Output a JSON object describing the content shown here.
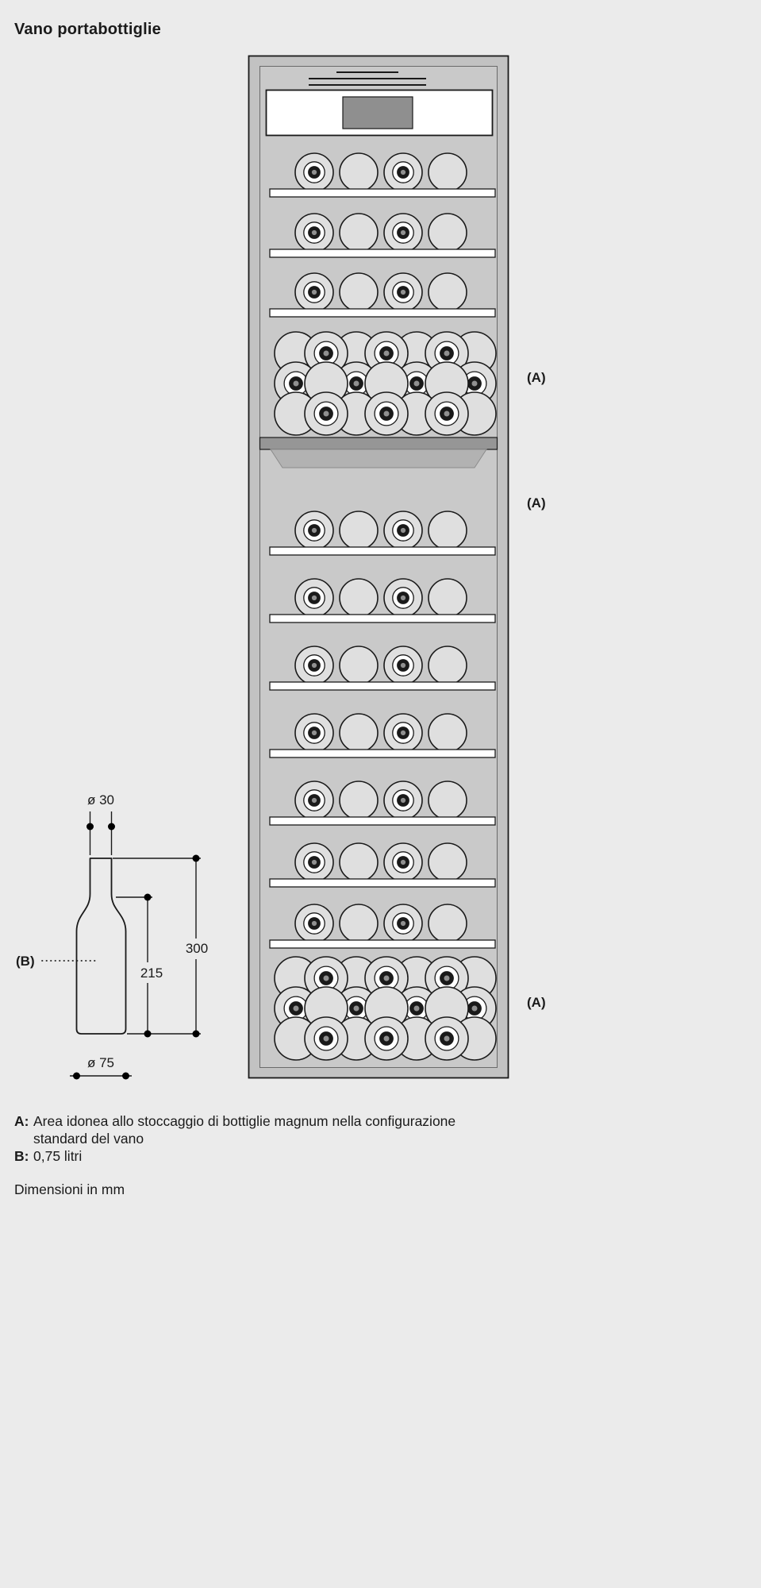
{
  "page": {
    "title": "Vano portabottiglie",
    "background": "#ebebeb"
  },
  "colors": {
    "line": "#1a1a1a",
    "cabinet_frame": "#c2c2c2",
    "cabinet_interior": "#c9c9c9",
    "bottle_fill": "#dfdfdf",
    "shelf_fill": "#ffffff",
    "display_fill": "#8f8f8f",
    "divider_fill": "#969696",
    "divider_shadow": "#b2b2b2"
  },
  "cabinet": {
    "zone_labels": [
      {
        "text": "(A)"
      },
      {
        "text": "(A)"
      },
      {
        "text": "(A)"
      }
    ],
    "quad_row_pattern": [
      "cork",
      "plain",
      "cork",
      "plain"
    ],
    "sections": [
      {
        "name": "upper",
        "quad_rows": 3,
        "magnum_zone": true
      },
      {
        "name": "lower",
        "quad_rows": 7,
        "magnum_zone": true
      }
    ],
    "magnum_subrow_patterns": [
      {
        "back": "plain",
        "front": "cork"
      },
      {
        "back": "cork",
        "front": "plain"
      },
      {
        "back": "plain",
        "front": "cork"
      }
    ]
  },
  "bottle_diagram": {
    "label": "(B)",
    "neck_diameter_label": "ø 30",
    "total_height_label": "300",
    "body_height_label": "215",
    "body_diameter_label": "ø 75"
  },
  "legend": {
    "items": [
      {
        "key": "A:",
        "text": "Area idonea allo stoccaggio di bottiglie magnum nella configurazione standard del vano"
      },
      {
        "key": "B:",
        "text": "0,75 litri"
      }
    ],
    "units_note": "Dimensioni in mm"
  }
}
